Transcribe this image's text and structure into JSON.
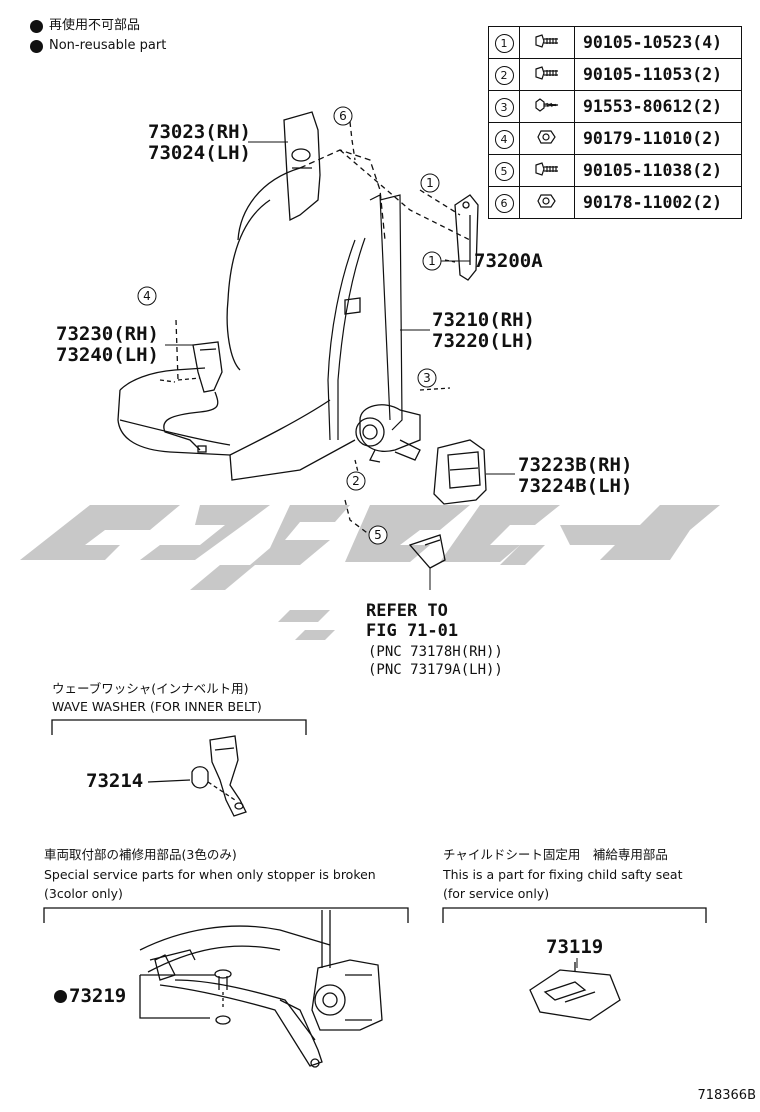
{
  "legend": {
    "jp": "再使用不可部品",
    "en": "Non-reusable part"
  },
  "fastener_table": [
    {
      "num": "1",
      "icon": "bolt-icon",
      "code": "90105-10523(4)"
    },
    {
      "num": "2",
      "icon": "bolt-icon",
      "code": "90105-11053(2)"
    },
    {
      "num": "3",
      "icon": "screw-icon",
      "code": "91553-80612(2)"
    },
    {
      "num": "4",
      "icon": "nut-icon",
      "code": "90179-11010(2)"
    },
    {
      "num": "5",
      "icon": "bolt-icon",
      "code": "90105-11038(2)"
    },
    {
      "num": "6",
      "icon": "nut-icon",
      "code": "90178-11002(2)"
    }
  ],
  "parts": {
    "p73023": "73023(RH)",
    "p73024": "73024(LH)",
    "p73200a": "73200A",
    "p73230": "73230(RH)",
    "p73240": "73240(LH)",
    "p73210": "73210(RH)",
    "p73220": "73220(LH)",
    "p73223b": "73223B(RH)",
    "p73224b": "73224B(LH)",
    "p73214": "73214",
    "p73219": "73219",
    "p73119": "73119"
  },
  "refer": {
    "line1": "REFER TO",
    "line2": "FIG 71-01",
    "pnc1": "(PNC 73178H(RH))",
    "pnc2": "(PNC 73179A(LH))"
  },
  "callouts": {
    "c1": "1",
    "c2": "2",
    "c3": "3",
    "c4": "4",
    "c5": "5",
    "c6": "6"
  },
  "wave_washer": {
    "jp": "ウェーブワッシャ(インナベルト用)",
    "en": "WAVE WASHER (FOR INNER BELT)"
  },
  "special_service": {
    "jp": "車両取付部の補修用部品(3色のみ)",
    "en1": "Special service parts for when only stopper is broken",
    "en2": "(3color only)"
  },
  "child_seat": {
    "jp": "チャイルドシート固定用　補給専用部品",
    "en1": "This is a part for fixing child safty seat",
    "en2": "(for service only)"
  },
  "footer": {
    "figure_code": "718366B"
  },
  "colors": {
    "line": "#111111",
    "watermark": "#c8c8c8"
  }
}
